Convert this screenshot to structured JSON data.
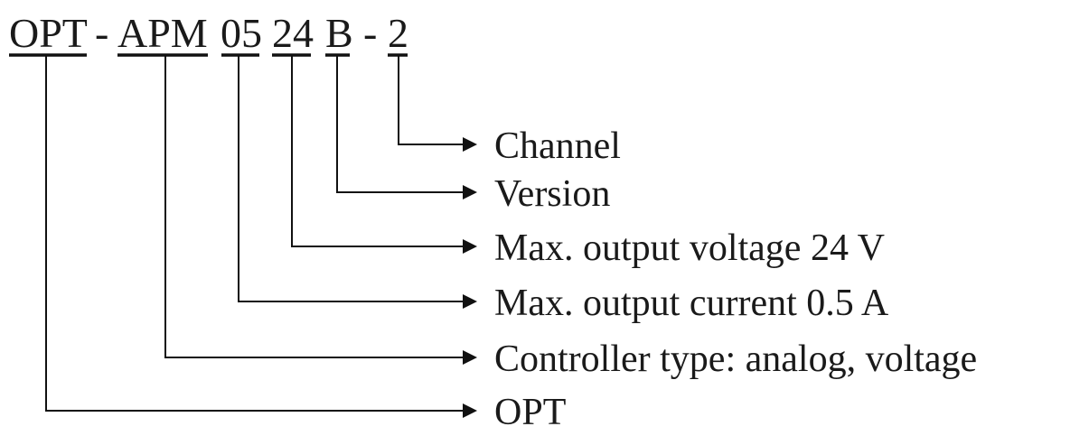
{
  "code_segments": [
    {
      "text": "OPT",
      "underlined": true
    },
    {
      "text": "-",
      "underlined": false
    },
    {
      "text": "APM",
      "underlined": true
    },
    {
      "text": "05",
      "underlined": true
    },
    {
      "text": "24",
      "underlined": true
    },
    {
      "text": "B",
      "underlined": true
    },
    {
      "text": "-",
      "underlined": false
    },
    {
      "text": "2",
      "underlined": true
    }
  ],
  "descriptions": [
    {
      "segment": "2",
      "label": "Channel"
    },
    {
      "segment": "B",
      "label": "Version"
    },
    {
      "segment": "24",
      "label": "Max. output voltage 24 V"
    },
    {
      "segment": "05",
      "label": "Max. output current 0.5 A"
    },
    {
      "segment": "APM",
      "label": "Controller type: analog, voltage"
    },
    {
      "segment": "OPT",
      "label": "OPT"
    }
  ],
  "colors": {
    "line": "#111111",
    "text": "#1a1a1a",
    "background": "#ffffff"
  }
}
